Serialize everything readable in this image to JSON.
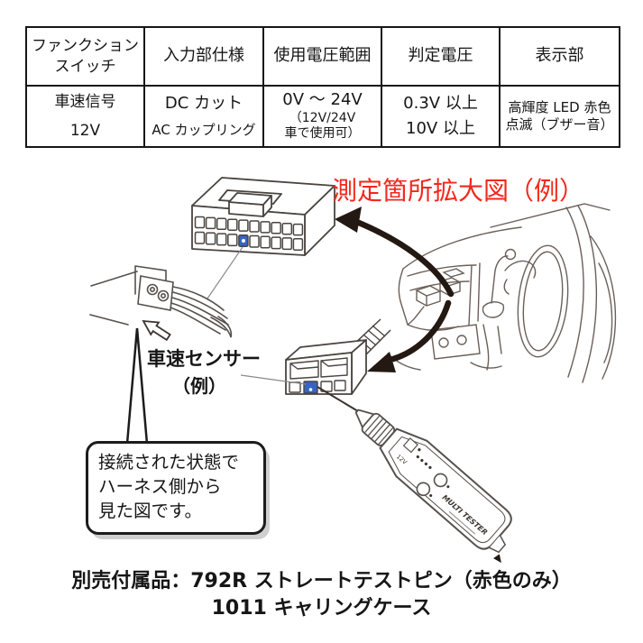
{
  "table": {
    "headers": [
      {
        "line1": "ファンクション",
        "line2": "スイッチ"
      },
      {
        "line1": "入力部仕様"
      },
      {
        "line1": "使用電圧範囲"
      },
      {
        "line1": "判定電圧"
      },
      {
        "line1": "表示部"
      }
    ],
    "row": {
      "cells": [
        {
          "line1": "車速信号",
          "line2": "12V"
        },
        {
          "line1": "DC カット",
          "line2": "AC カップリング"
        },
        {
          "line1": "0V ～ 24V",
          "line2": "（12V/24V",
          "line3": "車で使用可）"
        },
        {
          "line1": "0.3V 以上",
          "line2": "10V 以上"
        },
        {
          "line1": "高輝度 LED 赤色",
          "line2": "点滅（ブザー音）"
        }
      ]
    }
  },
  "diagram": {
    "magnified_label": "測定箇所拡大図（例）",
    "sensor_label": "車速センサー",
    "sensor_example": "（例）",
    "callout": {
      "line1": "接続された状態で",
      "line2": "ハーネス側から",
      "line3": "見た図です。"
    },
    "tester": {
      "brand": "MULTI TESTER",
      "marking": "12V"
    }
  },
  "footer": {
    "line1": "別売付属品：792R ストレートテストピン（赤色のみ）",
    "line2": "1011 キャリングケース"
  },
  "colors": {
    "accent_red": "#f2281c",
    "highlight_blue": "#3565c4",
    "sketch_line": "#6b5f58",
    "arrow_dark": "#241812"
  }
}
